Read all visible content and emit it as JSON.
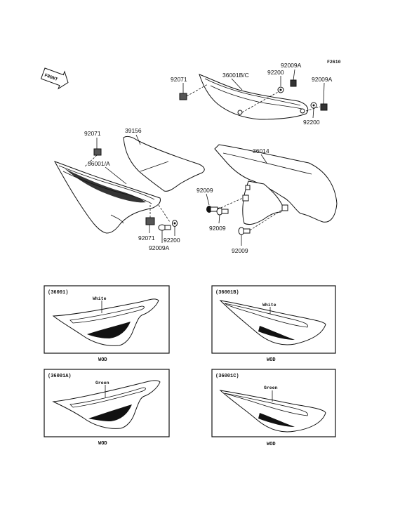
{
  "figure_code": "F2610",
  "front_badge": "FRONT",
  "labels": {
    "l_92071_top": "92071",
    "l_36001bc": "36001B/C",
    "l_92200_top": "92200",
    "l_92009a_top": "92009A",
    "l_92009a_right": "92009A",
    "l_92200_right": "92200",
    "l_92071_left": "92071",
    "l_39156": "39156",
    "l_36001a": "36001/A",
    "l_36014": "36014",
    "l_92009_a": "92009",
    "l_92009_b": "92009",
    "l_92009_c": "92009",
    "l_92071_bottom": "92071",
    "l_92200_bottom": "92200",
    "l_92009a_bottom": "92009A"
  },
  "panels": [
    {
      "id": "(36001)",
      "color": "White",
      "note": "WOD"
    },
    {
      "id": "(36001B)",
      "color": "White",
      "note": "WOD"
    },
    {
      "id": "(36001A)",
      "color": "Green",
      "note": "WOD"
    },
    {
      "id": "(36001C)",
      "color": "Green",
      "note": "WOD"
    }
  ]
}
